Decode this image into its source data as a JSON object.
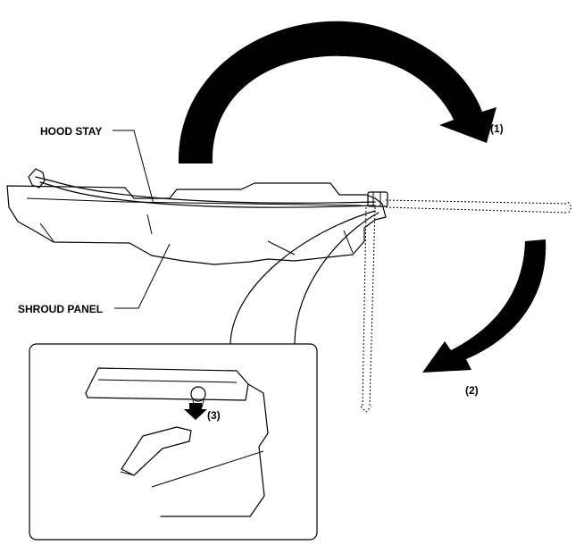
{
  "labels": {
    "hood_stay": "HOOD STAY",
    "shroud_panel": "SHROUD PANEL",
    "step_1": "(1)",
    "step_2": "(2)",
    "step_3": "(3)"
  },
  "colors": {
    "line": "#000000",
    "arrow": "#000000",
    "background": "#ffffff"
  }
}
